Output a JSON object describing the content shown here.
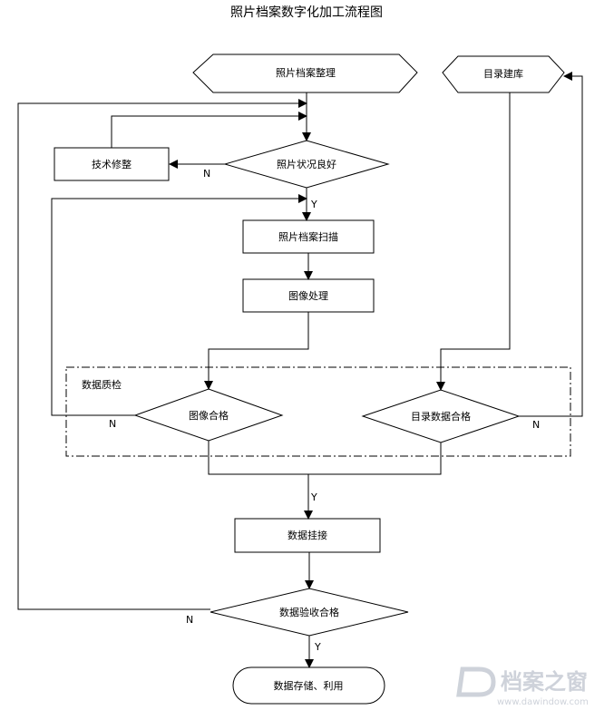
{
  "title": "照片档案数字化加工流程图",
  "nodes": {
    "start": "照片档案整理",
    "catalog": "目录建库",
    "condition": "照片状况良好",
    "repair": "技术修整",
    "scan": "照片档案扫描",
    "image_process": "图像处理",
    "qc_group": "数据质检",
    "image_ok": "图像合格",
    "catalog_ok": "目录数据合格",
    "link": "数据挂接",
    "accept": "数据验收合格",
    "store": "数据存储、利用"
  },
  "edge_labels": {
    "condition_no": "N",
    "condition_yes": "Y",
    "image_no": "N",
    "catalog_no": "N",
    "merge_yes": "Y",
    "accept_no": "N",
    "accept_yes": "Y"
  },
  "watermark": {
    "brand": "档案之窗",
    "url": "www.dawindow.com"
  }
}
